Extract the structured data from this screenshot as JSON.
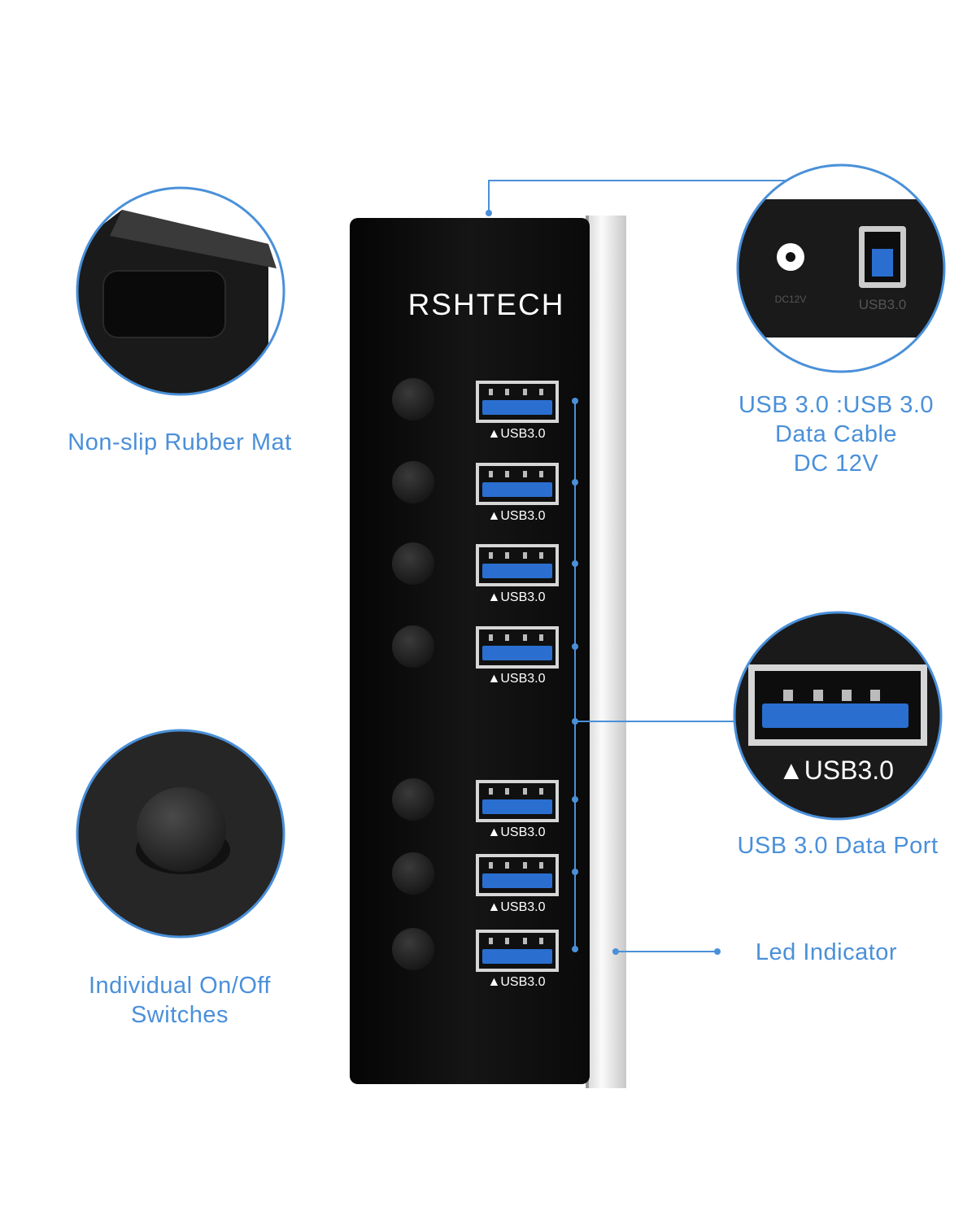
{
  "brand": "RSHTECH",
  "port_label": "▲USB3.0",
  "ports": [
    {
      "label": "▲USB3.0"
    },
    {
      "label": "▲USB3.0"
    },
    {
      "label": "▲USB3.0"
    },
    {
      "label": "▲USB3.0"
    },
    {
      "label": "▲USB3.0"
    },
    {
      "label": "▲USB3.0"
    },
    {
      "label": "▲USB3.0"
    }
  ],
  "rear_panel": {
    "dc_label": "DC12V",
    "usb_label": "USB3.0"
  },
  "zoom_port_label": "▲USB3.0",
  "callouts": {
    "rubber_mat": "Non-slip Rubber Mat",
    "switches": [
      "Individual On/Off",
      "Switches"
    ],
    "rear": [
      "USB 3.0 :USB 3.0",
      "Data Cable",
      "DC 12V"
    ],
    "data_port": "USB 3.0 Data Port",
    "led": "Led Indicator"
  },
  "colors": {
    "accent": "#4a90d9",
    "hub_body": "#0d0d0d",
    "usb_blue": "#2a6fd0"
  }
}
